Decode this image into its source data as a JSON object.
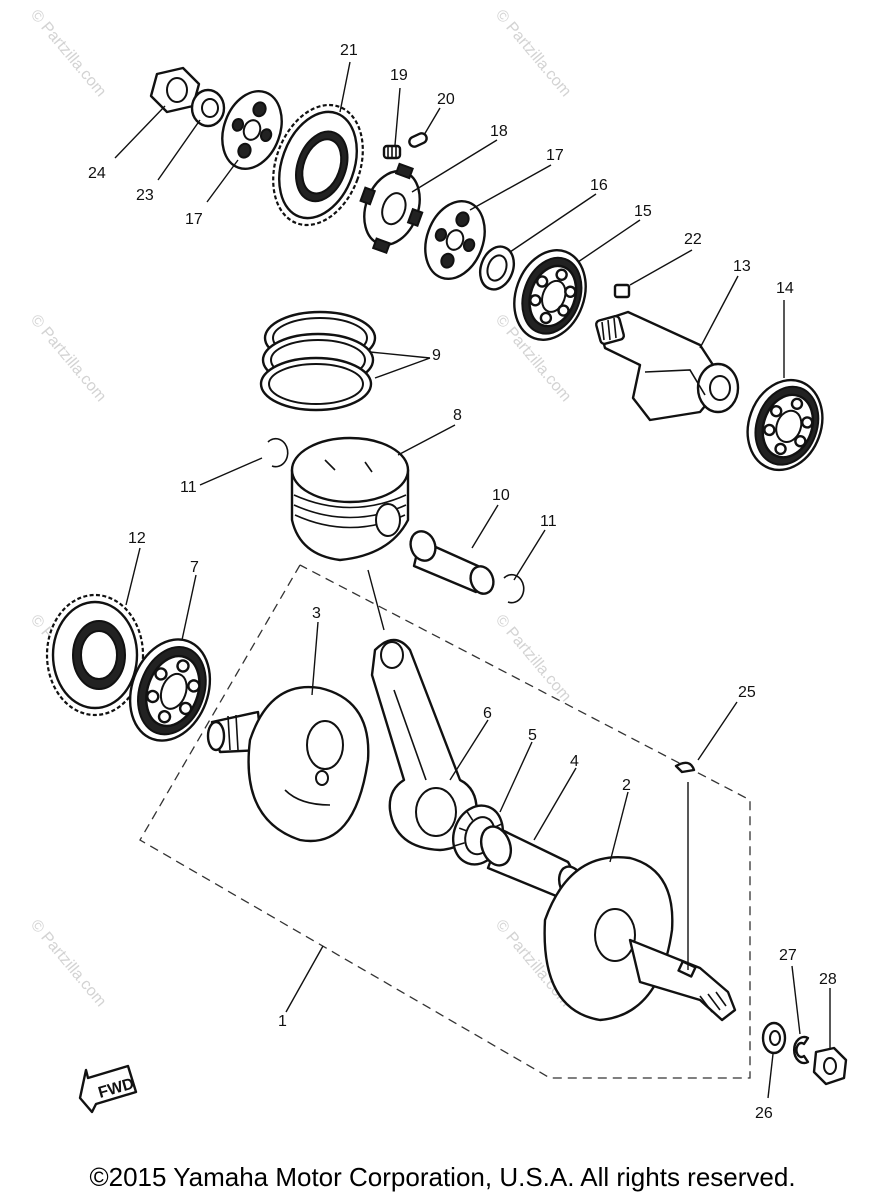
{
  "callouts": {
    "c1": "1",
    "c2": "2",
    "c3": "3",
    "c4": "4",
    "c5": "5",
    "c6": "6",
    "c7": "7",
    "c8": "8",
    "c9": "9",
    "c10": "10",
    "c11a": "11",
    "c11b": "11",
    "c12": "12",
    "c13": "13",
    "c14": "14",
    "c15": "15",
    "c16": "16",
    "c17a": "17",
    "c17b": "17",
    "c18": "18",
    "c19": "19",
    "c20": "20",
    "c21": "21",
    "c22": "22",
    "c23": "23",
    "c24": "24",
    "c25": "25",
    "c26": "26",
    "c27": "27",
    "c28": "28"
  },
  "direction_label": "FWD",
  "watermark": "© Partzilla.com",
  "copyright": "©2015  Yamaha Motor Corporation, U.S.A. All rights reserved."
}
